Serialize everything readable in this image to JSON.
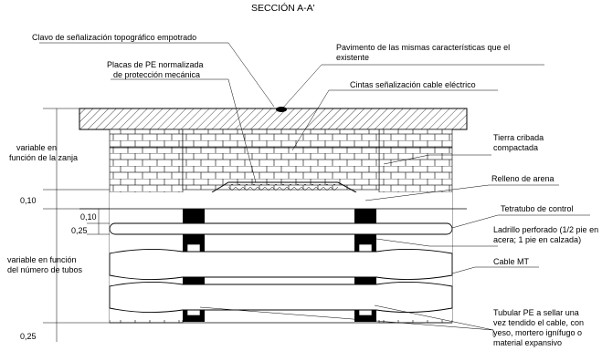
{
  "title": "SECCIÓN A-A'",
  "labels": {
    "clavo": "Clavo de señalización topográfico empotrado",
    "pavimento_1": "Pavimento de las mismas características que el",
    "pavimento_2": "existente",
    "placas_1": "Placas de PE normalizada",
    "placas_2": "de protección mecánica",
    "cintas": "Cintas señalización cable eléctrico",
    "tierra_1": "Tierra cribada",
    "tierra_2": "compactada",
    "relleno": "Relleno de arena",
    "tetratubo": "Tetratubo de control",
    "ladrillo_1": "Ladrillo perforado (1/2 pie en",
    "ladrillo_2": "acera; 1 pie en calzada)",
    "cable": "Cable MT",
    "tubular_1": "Tubular PE a sellar una",
    "tubular_2": "vez tendido el cable, con",
    "tubular_3": "yeso, mortero ignífugo o",
    "tubular_4": "material expansivo"
  },
  "dimensions": {
    "var_zanja_1": "variable en",
    "var_zanja_2": "función de la zanja",
    "d010_a": "0,10",
    "d010_b": "0,10",
    "d025_a": "0,25",
    "var_tubos_1": "variable en función",
    "var_tubos_2": "del número de tubos",
    "d025_b": "0,25"
  }
}
